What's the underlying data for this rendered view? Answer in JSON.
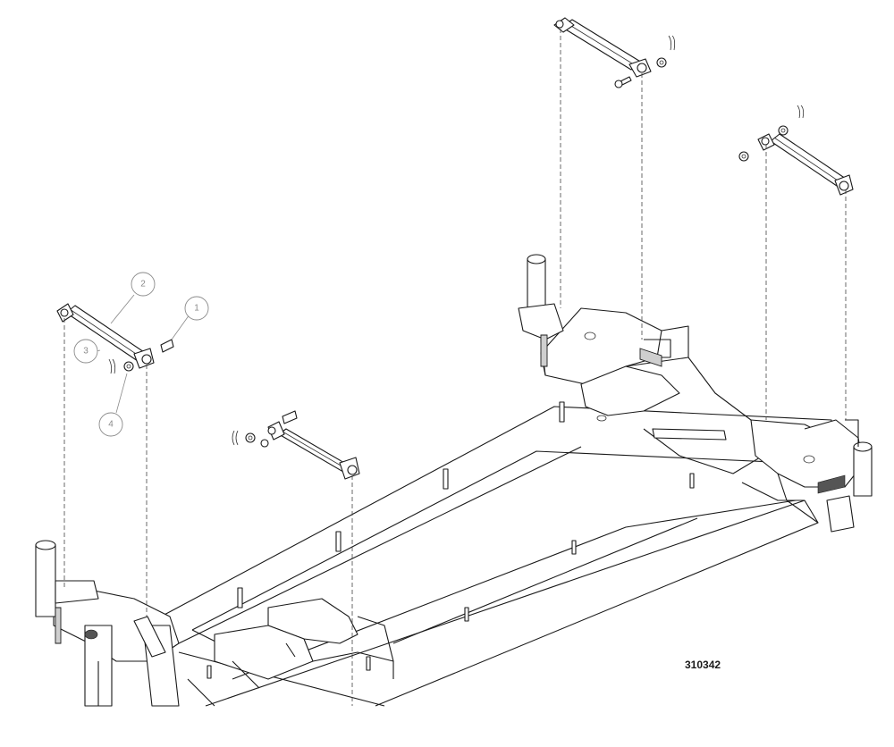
{
  "figure": {
    "number": "310342"
  },
  "callouts": [
    {
      "id": "c2",
      "label": "2"
    },
    {
      "id": "c1",
      "label": "1"
    },
    {
      "id": "c3",
      "label": "3"
    },
    {
      "id": "c4",
      "label": "4"
    }
  ]
}
